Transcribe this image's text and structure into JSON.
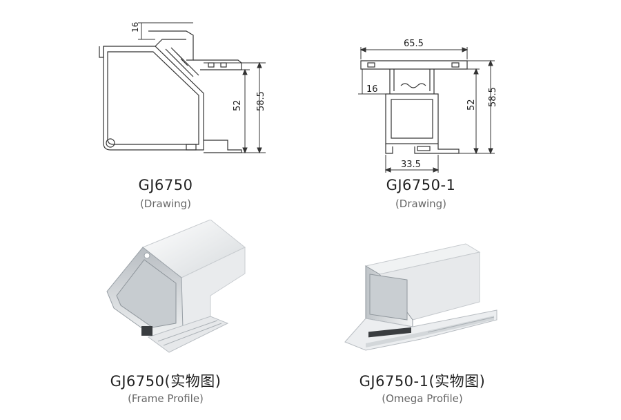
{
  "items": [
    {
      "title": "GJ6750",
      "subtitle": "(Drawing)"
    },
    {
      "title": "GJ6750-1",
      "subtitle": "(Drawing)"
    },
    {
      "title": "GJ6750(实物图)",
      "subtitle": "(Frame Profile)"
    },
    {
      "title": "GJ6750-1(实物图)",
      "subtitle": "(Omega Profile)"
    }
  ],
  "dimensions": {
    "gj6750": {
      "top": "16",
      "inner_height": "52",
      "outer_height": "58.5"
    },
    "gj6750_1": {
      "width": "65.5",
      "left": "16",
      "inner_height": "52",
      "outer_height": "58.5",
      "bottom_width": "33.5"
    }
  },
  "colors": {
    "line": "#333333",
    "metal_light": "#f2f3f4",
    "metal_mid": "#cfd3d6",
    "metal_dark": "#8e959b"
  }
}
